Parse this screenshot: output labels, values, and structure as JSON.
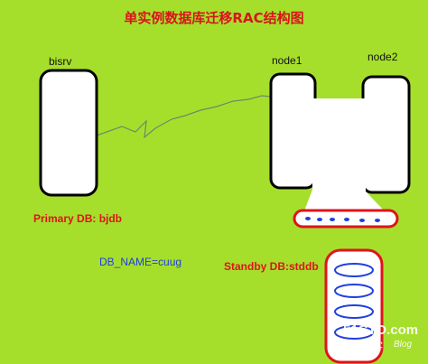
{
  "title": "单实例数据库迁移RAC结构图",
  "labels": {
    "bisrv": "bisrv",
    "node1": "node1",
    "node2": "node2",
    "primary_db": "Primary DB: bjdb",
    "db_name": "DB_NAME=cuug",
    "standby_db": "Standby DB:stddb"
  },
  "watermark": {
    "site": "51CTO.com",
    "sub": "技术博客",
    "blog": "Blog"
  },
  "colors": {
    "background": "#a6df2b",
    "title": "#d8141c",
    "red_label": "#e0131b",
    "blue_label": "#1f3fe0",
    "storage_outline": "#e0131b",
    "disk": "#1f3fe0"
  }
}
